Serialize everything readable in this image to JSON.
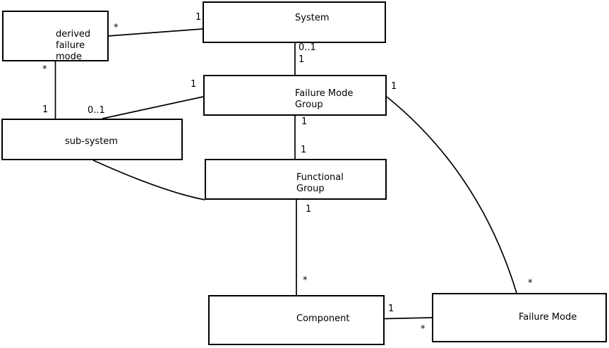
{
  "canvas": {
    "background": "#ffffff",
    "line_color": "#000000",
    "text_color": "#000000",
    "box_fill": "#ffffff"
  },
  "nodes": {
    "derived_failure_mode": {
      "label": "derived\nfailure\nmode"
    },
    "system": {
      "label": "System"
    },
    "failure_mode_group": {
      "label": "Failure Mode\nGroup"
    },
    "sub_system": {
      "label": "sub-system"
    },
    "functional_group": {
      "label": "Functional\nGroup"
    },
    "component": {
      "label": "Component"
    },
    "failure_mode": {
      "label": "Failure Mode"
    }
  },
  "edges": {
    "derived_failure_mode__system": {
      "source_multiplicity": "*",
      "target_multiplicity": "1"
    },
    "derived_failure_mode__sub_system": {
      "source_multiplicity": "*",
      "target_multiplicity": "1"
    },
    "sub_system__failure_mode_group": {
      "source_multiplicity": "0..1",
      "target_multiplicity": "1"
    },
    "system__failure_mode_group": {
      "source_multiplicity": "0..1",
      "target_multiplicity": "1"
    },
    "failure_mode_group__functional_group": {
      "source_multiplicity": "1",
      "target_multiplicity": "1"
    },
    "functional_group__component": {
      "source_multiplicity": "1",
      "target_multiplicity": "*"
    },
    "component__failure_mode": {
      "source_multiplicity": "1",
      "target_multiplicity": "*"
    },
    "failure_mode_group__failure_mode": {
      "source_multiplicity": "1",
      "target_multiplicity": "*"
    }
  }
}
